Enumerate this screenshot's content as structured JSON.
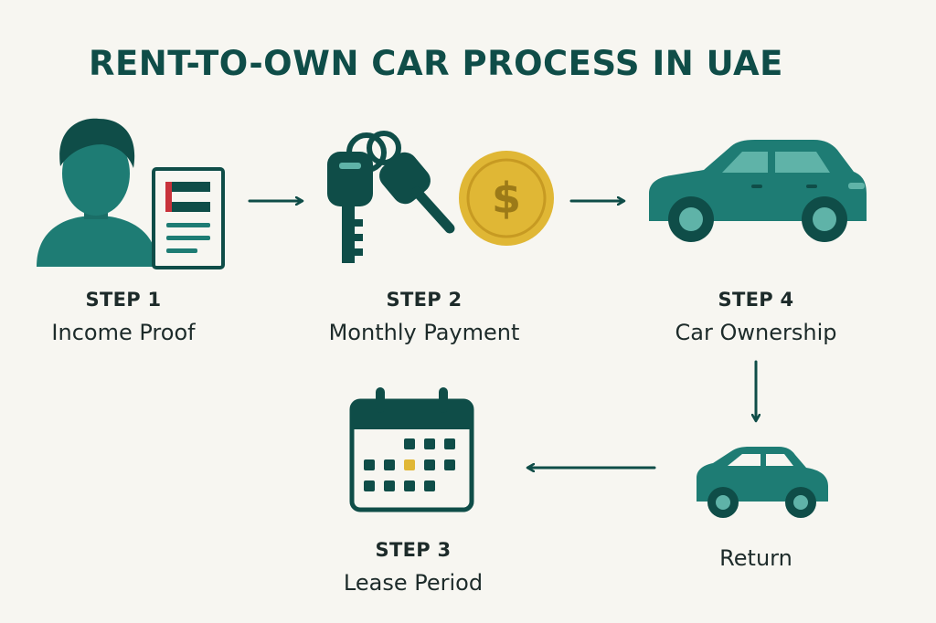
{
  "title": "RENT-TO-OWN CAR PROCESS IN UAE",
  "colors": {
    "background": "#f7f6f1",
    "teal_dark": "#0f4d48",
    "teal": "#1e7c74",
    "teal_light": "#5fb3a8",
    "gold": "#e0b735",
    "red": "#c8323b"
  },
  "steps": [
    {
      "id": "step1",
      "step": "STEP 1",
      "name": "Income Proof",
      "icon": "person-document-icon"
    },
    {
      "id": "step2",
      "step": "STEP 2",
      "name": "Monthly Payment",
      "icon": "keys-coin-icon"
    },
    {
      "id": "step4",
      "step": "STEP 4",
      "name": "Car Ownership",
      "icon": "sedan-car-icon"
    },
    {
      "id": "return",
      "step": "",
      "name": "Return",
      "icon": "small-car-icon"
    },
    {
      "id": "step3",
      "step": "STEP 3",
      "name": "Lease Period",
      "icon": "calendar-icon"
    }
  ],
  "coin_symbol": "$"
}
